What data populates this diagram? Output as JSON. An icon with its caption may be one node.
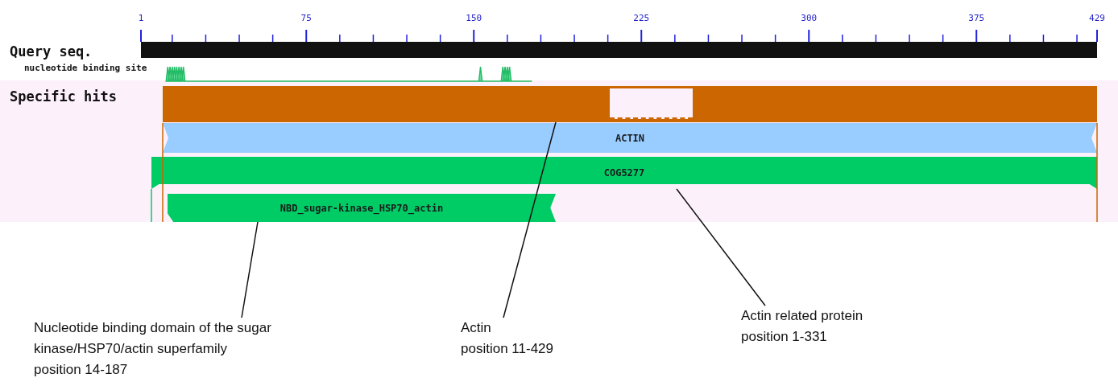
{
  "diagram": {
    "nodes": [
      {
        "text": [],
        "shape": "bar"
      },
      {
        "text": [
          "ACTIN"
        ]
      },
      {
        "text": [
          "COG5277"
        ]
      },
      {
        "text": [
          "NBD_sugar-kinase_HSP70_actin"
        ]
      },
      {
        "text": [
          "Nucleotide binding domain of the sugar kinase/HSP70/actin superfamily",
          "position 14-187"
        ]
      },
      {
        "text": [
          "Actin",
          "position 11-429"
        ]
      },
      {
        "text": [
          "Actin related protein",
          "position 1-331"
        ]
      }
    ],
    "edges": [
      {
        "from": 4,
        "to": 3,
        "arrow": "none"
      },
      {
        "from": 5,
        "to": 0,
        "arrow": "none"
      },
      {
        "from": 6,
        "to": 2,
        "arrow": "none"
      }
    ],
    "labels": [
      "1",
      "75",
      "150",
      "225",
      "300",
      "375",
      "429",
      "Query seq.",
      "nucleotide binding site",
      "Specific hits"
    ]
  }
}
